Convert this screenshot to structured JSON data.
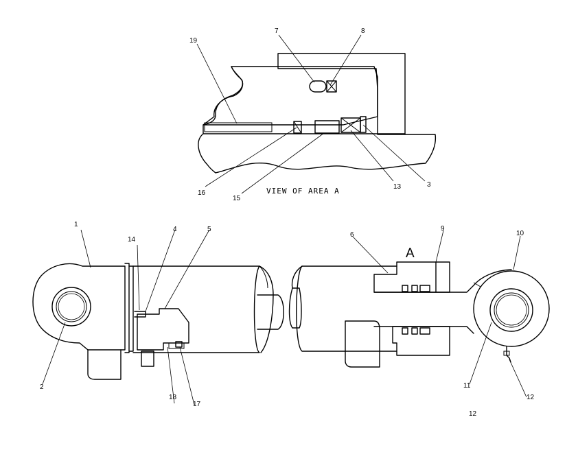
{
  "caption": "VIEW OF AREA A",
  "area_label": "A",
  "callouts": {
    "c1": "1",
    "c2": "2",
    "c3": "3",
    "c4": "4",
    "c5": "5",
    "c6": "6",
    "c7": "7",
    "c8": "8",
    "c9": "9",
    "c10": "10",
    "c11": "11",
    "c12a": "12",
    "c12b": "12",
    "c13": "13",
    "c14": "14",
    "c15": "15",
    "c16": "16",
    "c17": "17",
    "c18": "18",
    "c19": "19"
  }
}
